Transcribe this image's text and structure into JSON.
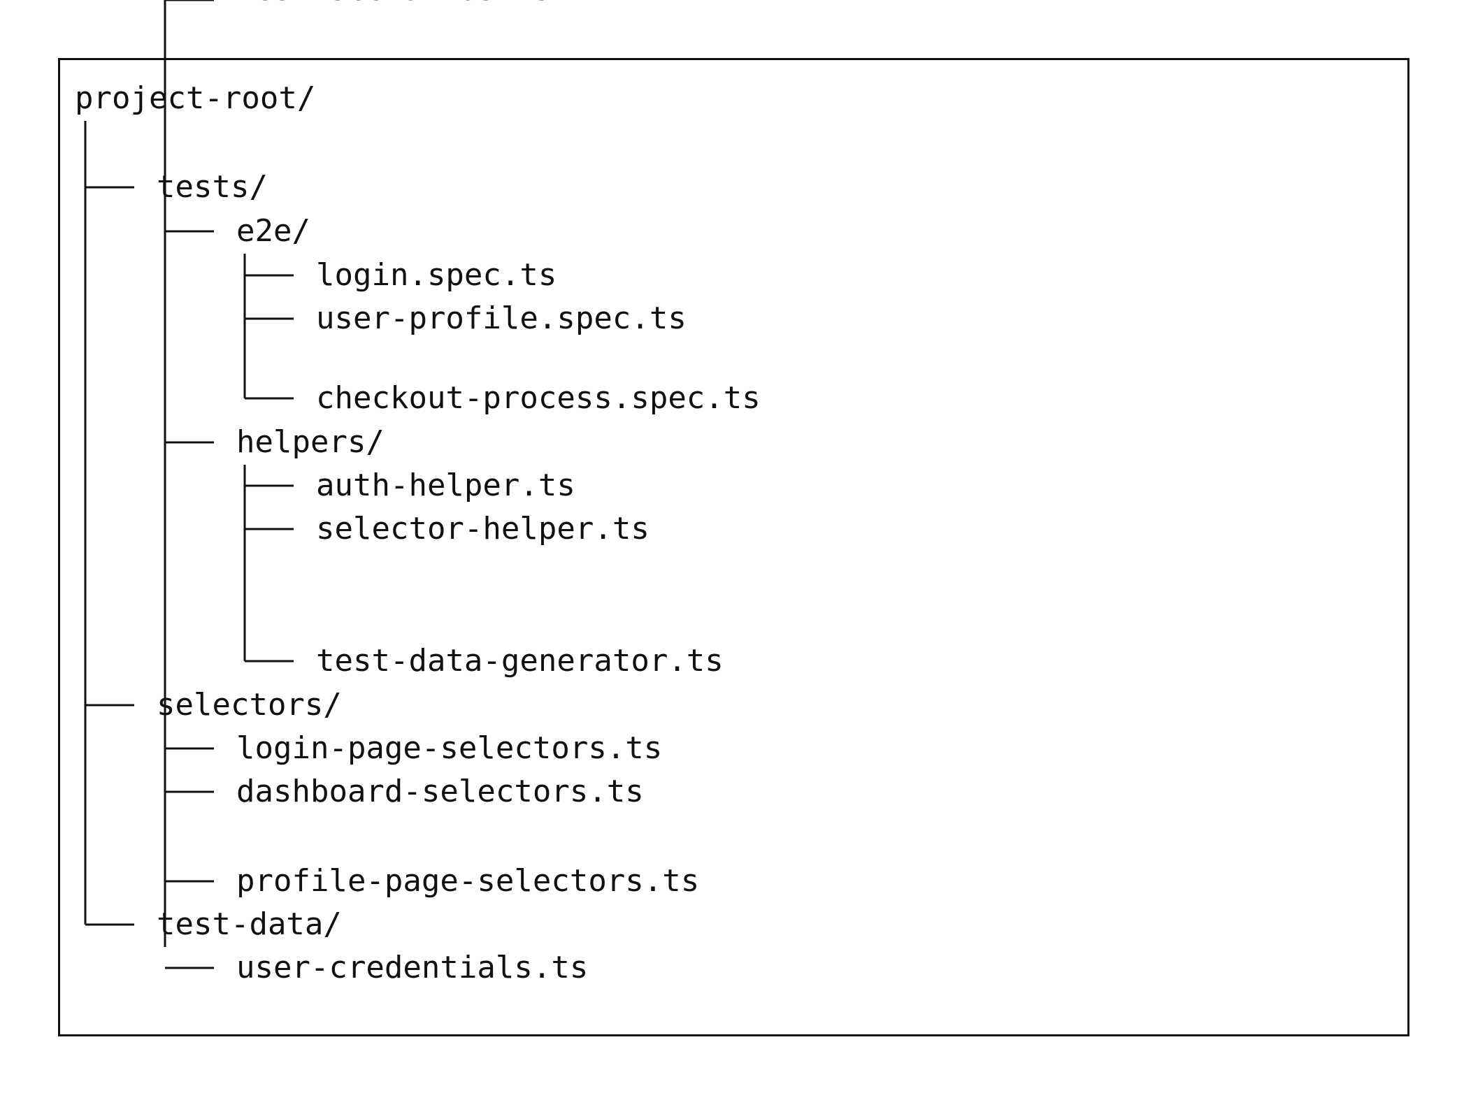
{
  "tree": {
    "root": "project-root/",
    "children": [
      {
        "name": "tests/",
        "children": [
          {
            "name": "e2e/",
            "children": [
              {
                "name": "login.spec.ts"
              },
              {
                "name": "user-profile.spec.ts"
              },
              {
                "name": "checkout-process.spec.ts"
              }
            ]
          },
          {
            "name": "helpers/",
            "children": [
              {
                "name": "auth-helper.ts"
              },
              {
                "name": "selector-helper.ts"
              },
              {
                "name": "test-data-generator.ts"
              }
            ]
          }
        ]
      },
      {
        "name": "selectors/",
        "children": [
          {
            "name": "login-page-selectors.ts"
          },
          {
            "name": "dashboard-selectors.ts"
          },
          {
            "name": "profile-page-selectors.ts"
          }
        ]
      },
      {
        "name": "test-data/",
        "children": [
          {
            "name": "user-credentials.ts"
          },
          {
            "name": "test-scenarios.ts"
          }
        ]
      }
    ]
  }
}
